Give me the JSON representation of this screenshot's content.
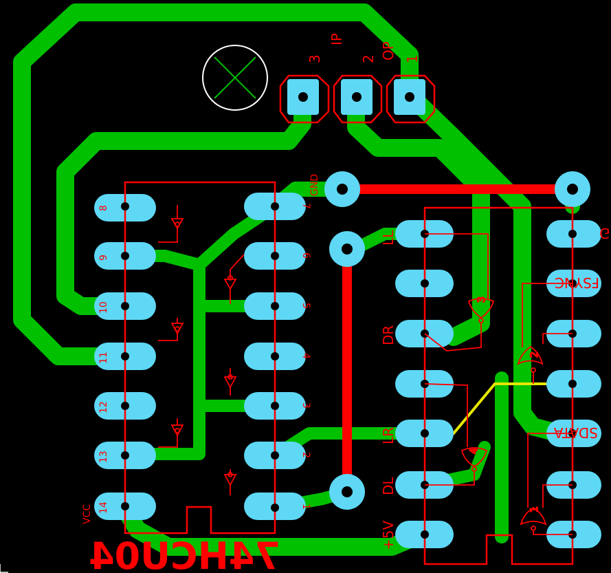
{
  "board": {
    "colors": {
      "background": "#000000",
      "copper_trace": "#00c000",
      "pad": "#5ed8f5",
      "silkscreen": "#ff0000",
      "jumper_wire": "#ff0000",
      "signal_wire": "#e6e600"
    }
  },
  "header": {
    "pin_labels": [
      "3",
      "2",
      "1"
    ],
    "signal_labels": [
      "IP",
      "OP"
    ]
  },
  "ic_left": {
    "name": "74HCU04",
    "vcc_label": "VCC",
    "gnd_label": "GND",
    "left_pins": [
      "8",
      "9",
      "10",
      "11",
      "12",
      "13",
      "14"
    ],
    "right_pins": [
      "7",
      "6",
      "5",
      "4",
      "3",
      "2",
      "1"
    ]
  },
  "ic_right": {
    "left_labels": [
      "LL",
      "DR",
      "LR",
      "DL",
      "+5V"
    ],
    "right_labels": [
      "GND",
      "FSYNC",
      "SDATA"
    ],
    "gate_numbers": [
      "3",
      "2",
      "4",
      "1"
    ]
  },
  "mounting_mark": {
    "icon": "crosshair-circle-icon"
  }
}
